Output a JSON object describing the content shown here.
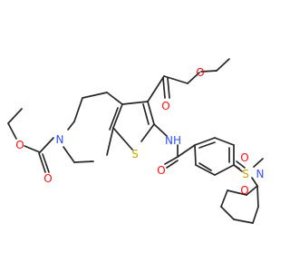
{
  "atoms": {
    "o_carbonyl_top": "O",
    "o_ester_top": "O",
    "o_carbamate_ring": "O",
    "o_carbamate_carbonyl": "O",
    "n_ring": "N",
    "s_thiophene": "S",
    "nh_amide": "NH",
    "o_amide": "O",
    "s_sulfonyl": "S",
    "o_sulfonyl_1": "O",
    "o_sulfonyl_2": "O",
    "n_sulfonamide": "N"
  },
  "colors": {
    "bond": "#262626",
    "oxygen": "#ff0d0d",
    "nitrogen": "#3050f8",
    "sulfur": "#c8a400"
  }
}
